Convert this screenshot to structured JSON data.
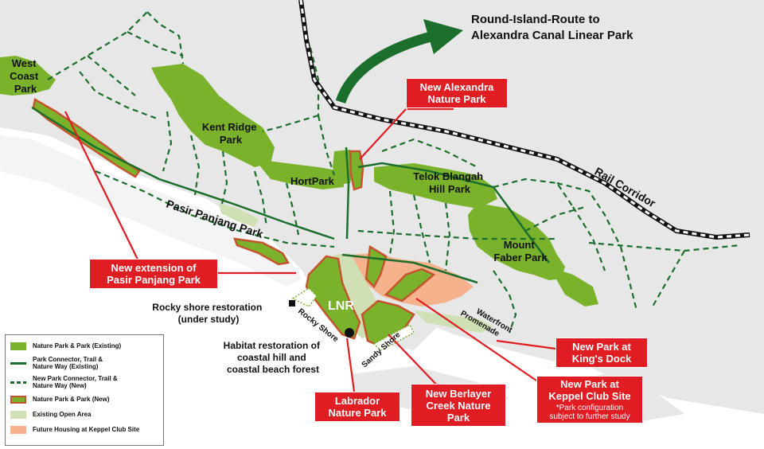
{
  "title": "Round-Island-Route to\nAlexandra Canal Linear Park",
  "title_lines": [
    "Round-Island-Route to",
    "Alexandra Canal Linear Park"
  ],
  "colors": {
    "nature_park": "#7bb22c",
    "connector_green": "#1b6e2c",
    "park_new_border": "#c4542e",
    "open_area": "#cfe0b5",
    "future_housing": "#f5b28d",
    "callout_red": "#e11d24",
    "water": "#ffffff",
    "land": "#e7e7e7"
  },
  "place_labels": {
    "west_coast_park": [
      "West",
      "Coast",
      "Park"
    ],
    "kent_ridge_park": [
      "Kent Ridge",
      "Park"
    ],
    "hortpark": "HortPark",
    "telok_blangah": [
      "Telok Blangah",
      "Hill Park"
    ],
    "mount_faber": [
      "Mount",
      "Faber Park"
    ],
    "rail_corridor": "Rail Corridor",
    "pasir_panjang_park": "Pasir Panjang Park",
    "lnr": "LNR",
    "rocky_shore": "Rocky Shore",
    "sandy_shore": "Sandy Shore",
    "waterfront_promenade": [
      "Waterfront",
      "Promenade"
    ]
  },
  "annotations": {
    "rocky_shore_restoration": [
      "Rocky shore restoration",
      "(under study)"
    ],
    "habitat_restoration": [
      "Habitat restoration of",
      "coastal hill and",
      "coastal beach forest"
    ]
  },
  "callouts": {
    "new_alexandra": [
      "New Alexandra",
      "Nature Park"
    ],
    "pasir_panjang_extension": [
      "New extension of",
      "Pasir Panjang Park"
    ],
    "kings_dock": [
      "New Park at",
      "King's Dock"
    ],
    "keppel_club": [
      "New Park at",
      "Keppel Club Site"
    ],
    "keppel_club_note": [
      "*Park configuration",
      "subject to further study"
    ],
    "labrador": [
      "Labrador",
      "Nature Park"
    ],
    "berlayer": [
      "New Berlayer",
      "Creek Nature",
      "Park"
    ]
  },
  "legend": [
    {
      "label": "Nature Park & Park (Existing)",
      "icon": "green-fill-swatch"
    },
    {
      "label": "Park Connector, Trail &\nNature Way (Existing)",
      "icon": "solid-green-line"
    },
    {
      "label": "New Park Connector, Trail &\nNature Way (New)",
      "icon": "dashed-green-line"
    },
    {
      "label": "Nature Park & Park (New)",
      "icon": "green-fill-red-border-swatch"
    },
    {
      "label": "Existing Open Area",
      "icon": "light-green-swatch"
    },
    {
      "label": "Future Housing at Keppel Club Site",
      "icon": "peach-swatch"
    }
  ]
}
